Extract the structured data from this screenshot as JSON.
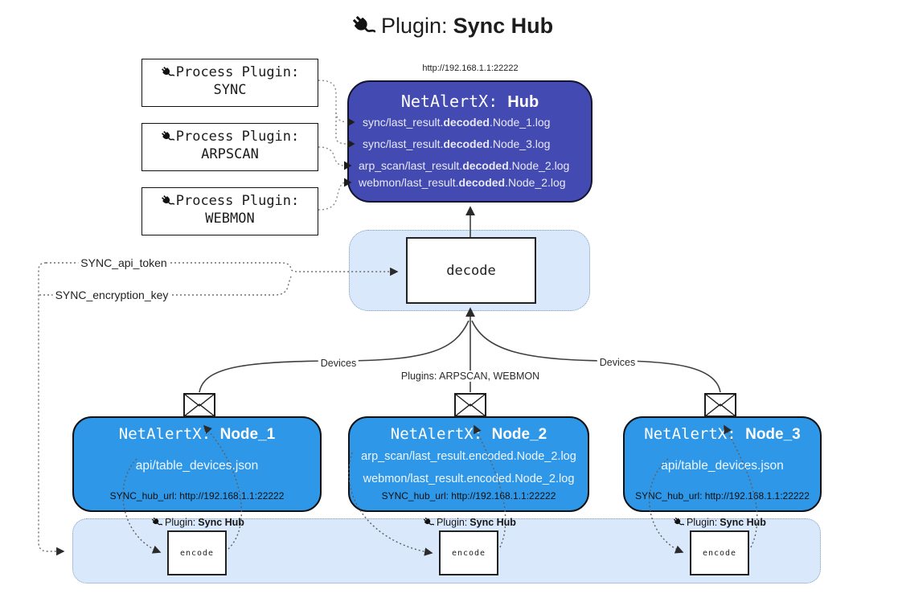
{
  "title": {
    "prefix": "Plugin: ",
    "bold": "Sync Hub"
  },
  "hub": {
    "url": "http://192.168.1.1:22222",
    "name_prefix": "NetAlertX: ",
    "name_bold": "Hub",
    "lines": [
      {
        "pre": "sync/last_result.",
        "bold": "decoded",
        "post": ".Node_1.log"
      },
      {
        "pre": "sync/last_result.",
        "bold": "decoded",
        "post": ".Node_3.log"
      },
      {
        "pre": "arp_scan/last_result.",
        "bold": "decoded",
        "post": ".Node_2.log"
      },
      {
        "pre": "webmon/last_result.",
        "bold": "decoded",
        "post": ".Node_2.log"
      }
    ]
  },
  "process_plugins": [
    {
      "label": "Process Plugin:",
      "name": "SYNC"
    },
    {
      "label": "Process Plugin:",
      "name": "ARPSCAN"
    },
    {
      "label": "Process Plugin:",
      "name": "WEBMON"
    }
  ],
  "decode": {
    "label": "decode"
  },
  "settings": {
    "api_token": "SYNC_api_token",
    "encryption_key": "SYNC_encryption_key"
  },
  "edges": {
    "devices_left": "Devices",
    "devices_right": "Devices",
    "plugins_middle": "Plugins: ARPSCAN, WEBMON"
  },
  "nodes": [
    {
      "name_prefix": "NetAlertX: ",
      "name_bold": "Node_1",
      "files": [
        "api/table_devices.json"
      ],
      "hub_url": "SYNC_hub_url: http://192.168.1.1:22222"
    },
    {
      "name_prefix": "NetAlertX: ",
      "name_bold": "Node_2",
      "files": [
        "arp_scan/last_result.encoded.Node_2.log",
        "webmon/last_result.encoded.Node_2.log"
      ],
      "hub_url": "SYNC_hub_url: http://192.168.1.1:22222"
    },
    {
      "name_prefix": "NetAlertX: ",
      "name_bold": "Node_3",
      "files": [
        "api/table_devices.json"
      ],
      "hub_url": "SYNC_hub_url: http://192.168.1.1:22222"
    }
  ],
  "encoders": [
    {
      "label_prefix": "Plugin: ",
      "label_bold": "Sync Hub",
      "box": "encode"
    },
    {
      "label_prefix": "Plugin: ",
      "label_bold": "Sync Hub",
      "box": "encode"
    },
    {
      "label_prefix": "Plugin: ",
      "label_bold": "Sync Hub",
      "box": "encode"
    }
  ],
  "colors": {
    "hub_fill": "#434ab2",
    "node_fill": "#2e97e8",
    "panel_fill": "#d9e8fb",
    "line": "#3f3f3f"
  }
}
